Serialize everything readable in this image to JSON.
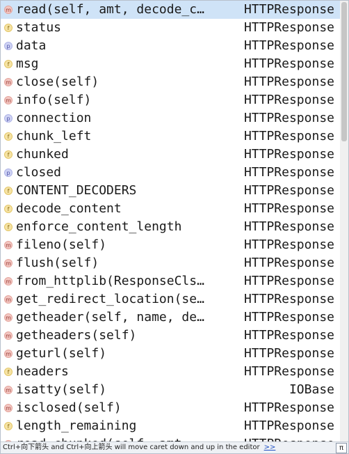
{
  "items": [
    {
      "kind": "m",
      "name": "read(self, amt, decode_c…",
      "owner": "HTTPResponse",
      "selected": true
    },
    {
      "kind": "f",
      "name": "status",
      "owner": "HTTPResponse"
    },
    {
      "kind": "p",
      "name": "data",
      "owner": "HTTPResponse"
    },
    {
      "kind": "f",
      "name": "msg",
      "owner": "HTTPResponse"
    },
    {
      "kind": "m",
      "name": "close(self)",
      "owner": "HTTPResponse"
    },
    {
      "kind": "m",
      "name": "info(self)",
      "owner": "HTTPResponse"
    },
    {
      "kind": "p",
      "name": "connection",
      "owner": "HTTPResponse"
    },
    {
      "kind": "f",
      "name": "chunk_left",
      "owner": "HTTPResponse"
    },
    {
      "kind": "f",
      "name": "chunked",
      "owner": "HTTPResponse"
    },
    {
      "kind": "p",
      "name": "closed",
      "owner": "HTTPResponse"
    },
    {
      "kind": "f",
      "name": "CONTENT_DECODERS",
      "owner": "HTTPResponse"
    },
    {
      "kind": "f",
      "name": "decode_content",
      "owner": "HTTPResponse"
    },
    {
      "kind": "f",
      "name": "enforce_content_length",
      "owner": "HTTPResponse"
    },
    {
      "kind": "m",
      "name": "fileno(self)",
      "owner": "HTTPResponse"
    },
    {
      "kind": "m",
      "name": "flush(self)",
      "owner": "HTTPResponse"
    },
    {
      "kind": "m",
      "name": "from_httplib(ResponseCls…",
      "owner": "HTTPResponse"
    },
    {
      "kind": "m",
      "name": "get_redirect_location(se…",
      "owner": "HTTPResponse"
    },
    {
      "kind": "m",
      "name": "getheader(self, name, de…",
      "owner": "HTTPResponse"
    },
    {
      "kind": "m",
      "name": "getheaders(self)",
      "owner": "HTTPResponse"
    },
    {
      "kind": "m",
      "name": "geturl(self)",
      "owner": "HTTPResponse"
    },
    {
      "kind": "f",
      "name": "headers",
      "owner": "HTTPResponse"
    },
    {
      "kind": "m",
      "name": "isatty(self)",
      "owner": "IOBase"
    },
    {
      "kind": "m",
      "name": "isclosed(self)",
      "owner": "HTTPResponse"
    },
    {
      "kind": "f",
      "name": "length_remaining",
      "owner": "HTTPResponse"
    },
    {
      "kind": "m",
      "name": "read_chunked(self, amt…",
      "owner": "HTTPResponse"
    }
  ],
  "badge_letters": {
    "m": "m",
    "f": "f",
    "p": "p"
  },
  "footer": {
    "hint": "Ctrl+向下箭头 and Ctrl+向上箭头 will move caret down and up in the editor",
    "more": ">>",
    "pi": "π"
  },
  "colors": {
    "selected_row": "#cfe3f7",
    "method_badge": "#f3c7c2",
    "field_badge": "#f6e3a4",
    "property_badge": "#cfd3f4"
  }
}
